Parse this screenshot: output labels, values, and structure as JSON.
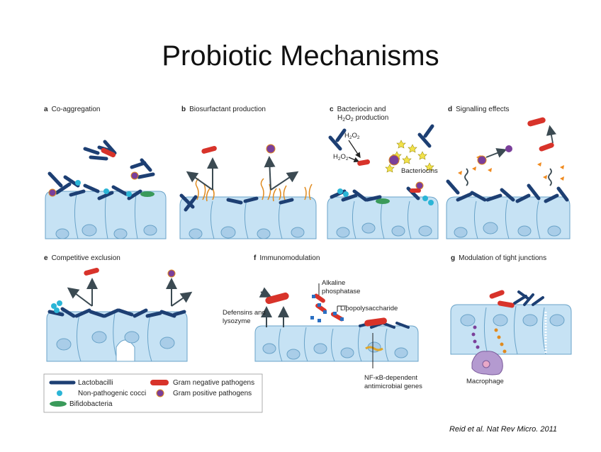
{
  "title": "Probiotic Mechanisms",
  "panels": {
    "a": {
      "letter": "a",
      "label": "Co-aggregation"
    },
    "b": {
      "letter": "b",
      "label": "Biosurfactant production"
    },
    "c": {
      "letter": "c",
      "label_line1": "Bacteriocin and",
      "label_line2": "H",
      "label_sub": "2",
      "label_o": "O",
      "label_sub2": "2",
      "label_tail": " production",
      "h2o2": "H",
      "bacteriocins": "Bacteriocins"
    },
    "d": {
      "letter": "d",
      "label": "Signalling effects"
    },
    "e": {
      "letter": "e",
      "label": "Competitive exclusion"
    },
    "f": {
      "letter": "f",
      "label": "Immunomodulation",
      "alkaline1": "Alkaline",
      "alkaline2": "phosphatase",
      "lps": "Lipopolysaccharide",
      "defensins1": "Defensins and",
      "defensins2": "lysozyme",
      "nfkb1": "NF-κB-dependent",
      "nfkb2": "antimicrobial genes"
    },
    "g": {
      "letter": "g",
      "label": "Modulation of tight junctions",
      "macrophage": "Macrophage"
    }
  },
  "legend": {
    "lactobacilli": "Lactobacilli",
    "cocci": "Non-pathogenic cocci",
    "bifido": "Bifidobacteria",
    "gram_neg": "Gram negative pathogens",
    "gram_pos": "Gram positive pathogens"
  },
  "citation": "Reid et al. Nat Rev Micro. 2011",
  "colors": {
    "cell_fill": "#c6e2f4",
    "cell_stroke": "#6aa3c8",
    "nucleus": "#a9cde8",
    "lactobacilli": "#1d3f73",
    "cocci": "#2bb5d6",
    "bifido": "#3a9a5a",
    "gram_neg": "#d8332a",
    "gram_pos": "#7a3f9a",
    "biosurfactant": "#e08a1e",
    "arrow": "#3b4a52"
  }
}
